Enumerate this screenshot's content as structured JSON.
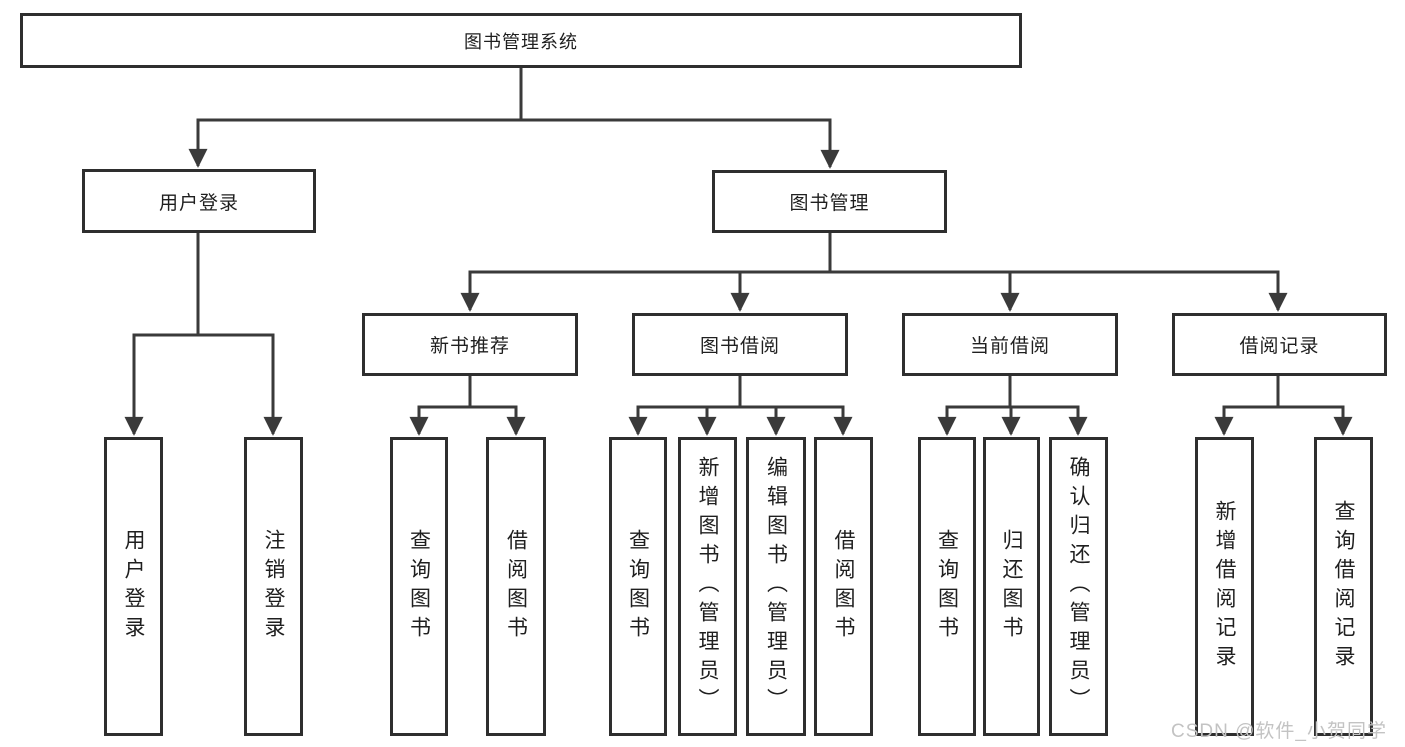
{
  "watermark": "CSDN @软件_小贺同学",
  "colors": {
    "line": "#3a3a3a",
    "box_border": "#2e2e2e",
    "box_fill": "#ffffff",
    "text": "#1f1f1f",
    "watermark": "#c3c3c3"
  },
  "tree": {
    "root": {
      "label": "图书管理系统"
    },
    "branches": [
      {
        "label": "用户登录",
        "children": [
          {
            "label": "用户登录"
          },
          {
            "label": "注销登录"
          }
        ]
      },
      {
        "label": "图书管理",
        "sections": [
          {
            "label": "新书推荐",
            "children": [
              {
                "label": "查询图书"
              },
              {
                "label": "借阅图书"
              }
            ]
          },
          {
            "label": "图书借阅",
            "children": [
              {
                "label": "查询图书"
              },
              {
                "label": "新增图书（管理员）"
              },
              {
                "label": "编辑图书（管理员）"
              },
              {
                "label": "借阅图书"
              }
            ]
          },
          {
            "label": "当前借阅",
            "children": [
              {
                "label": "查询图书"
              },
              {
                "label": "归还图书"
              },
              {
                "label": "确认归还（管理员）"
              }
            ]
          },
          {
            "label": "借阅记录",
            "children": [
              {
                "label": "新增借阅记录"
              },
              {
                "label": "查询借阅记录"
              }
            ]
          }
        ]
      }
    ]
  }
}
